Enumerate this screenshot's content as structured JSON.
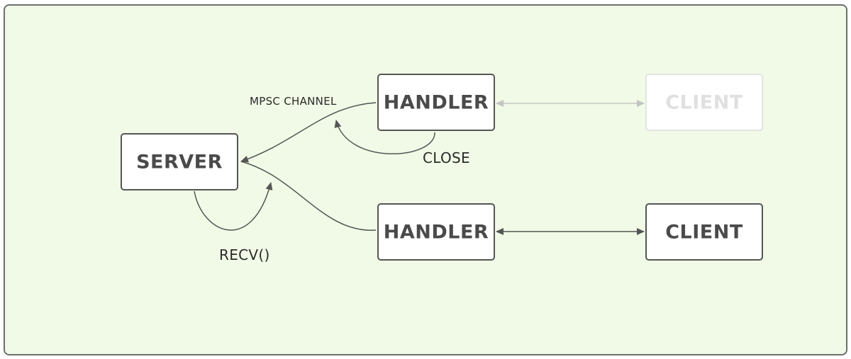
{
  "nodes": {
    "server": {
      "label": "SERVER"
    },
    "handler_top": {
      "label": "HANDLER"
    },
    "handler_bottom": {
      "label": "HANDLER"
    },
    "client_top": {
      "label": "CLIENT",
      "faded": true
    },
    "client_bottom": {
      "label": "CLIENT"
    }
  },
  "edge_labels": {
    "mpsc_channel": "MPSC CHANNEL",
    "close": "CLOSE",
    "recv": "RECV()"
  },
  "colors": {
    "background": "#f0fae6",
    "frame_border": "#6e6e6e",
    "node_fill": "#ffffff",
    "node_border": "#555555",
    "faded_border": "#e3e3e3",
    "edge": "#555555",
    "faded_edge": "#c4c4c4"
  }
}
